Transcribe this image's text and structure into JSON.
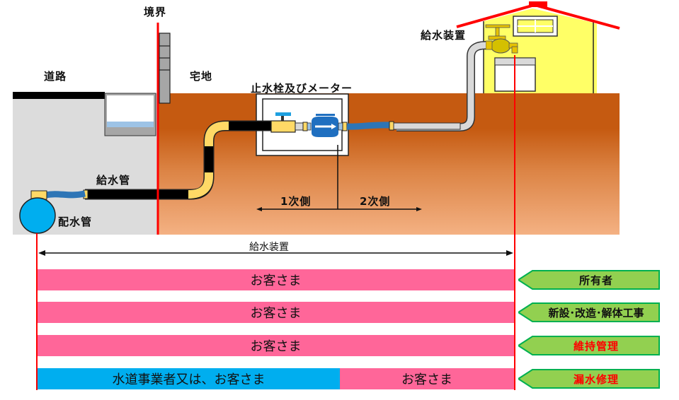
{
  "labels": {
    "boundary": "境界",
    "road": "道路",
    "residential": "宅地",
    "stopcock_and_meter": "止水栓及びメーター",
    "supply_device_top": "給水装置",
    "service_pipe": "給水管",
    "distribution_main": "配水管",
    "primary_side": "1次側",
    "secondary_side": "2次側",
    "supply_device_span": "給水装置"
  },
  "responsibility_rows": [
    {
      "segments": [
        {
          "text": "お客さま",
          "party": "customer"
        }
      ],
      "tag": "所有者",
      "tag_color": "#111111"
    },
    {
      "segments": [
        {
          "text": "お客さま",
          "party": "customer"
        }
      ],
      "tag": "新設･改造･解体工事",
      "tag_color": "#111111"
    },
    {
      "segments": [
        {
          "text": "お客さま",
          "party": "customer"
        }
      ],
      "tag": "維持管理",
      "tag_color": "#ff0000"
    },
    {
      "segments": [
        {
          "text": "水道事業者又は、お客さま",
          "party": "utility_or_customer"
        },
        {
          "text": "お客さま",
          "party": "customer"
        }
      ],
      "tag": "漏水修理",
      "tag_color": "#ff0000"
    }
  ],
  "colors": {
    "customer": "#ff6699",
    "utility_or_customer": "#00aeef",
    "tag_fill": "#92d050",
    "tag_border": "#00b050",
    "boundary_line": "#ff0000"
  }
}
